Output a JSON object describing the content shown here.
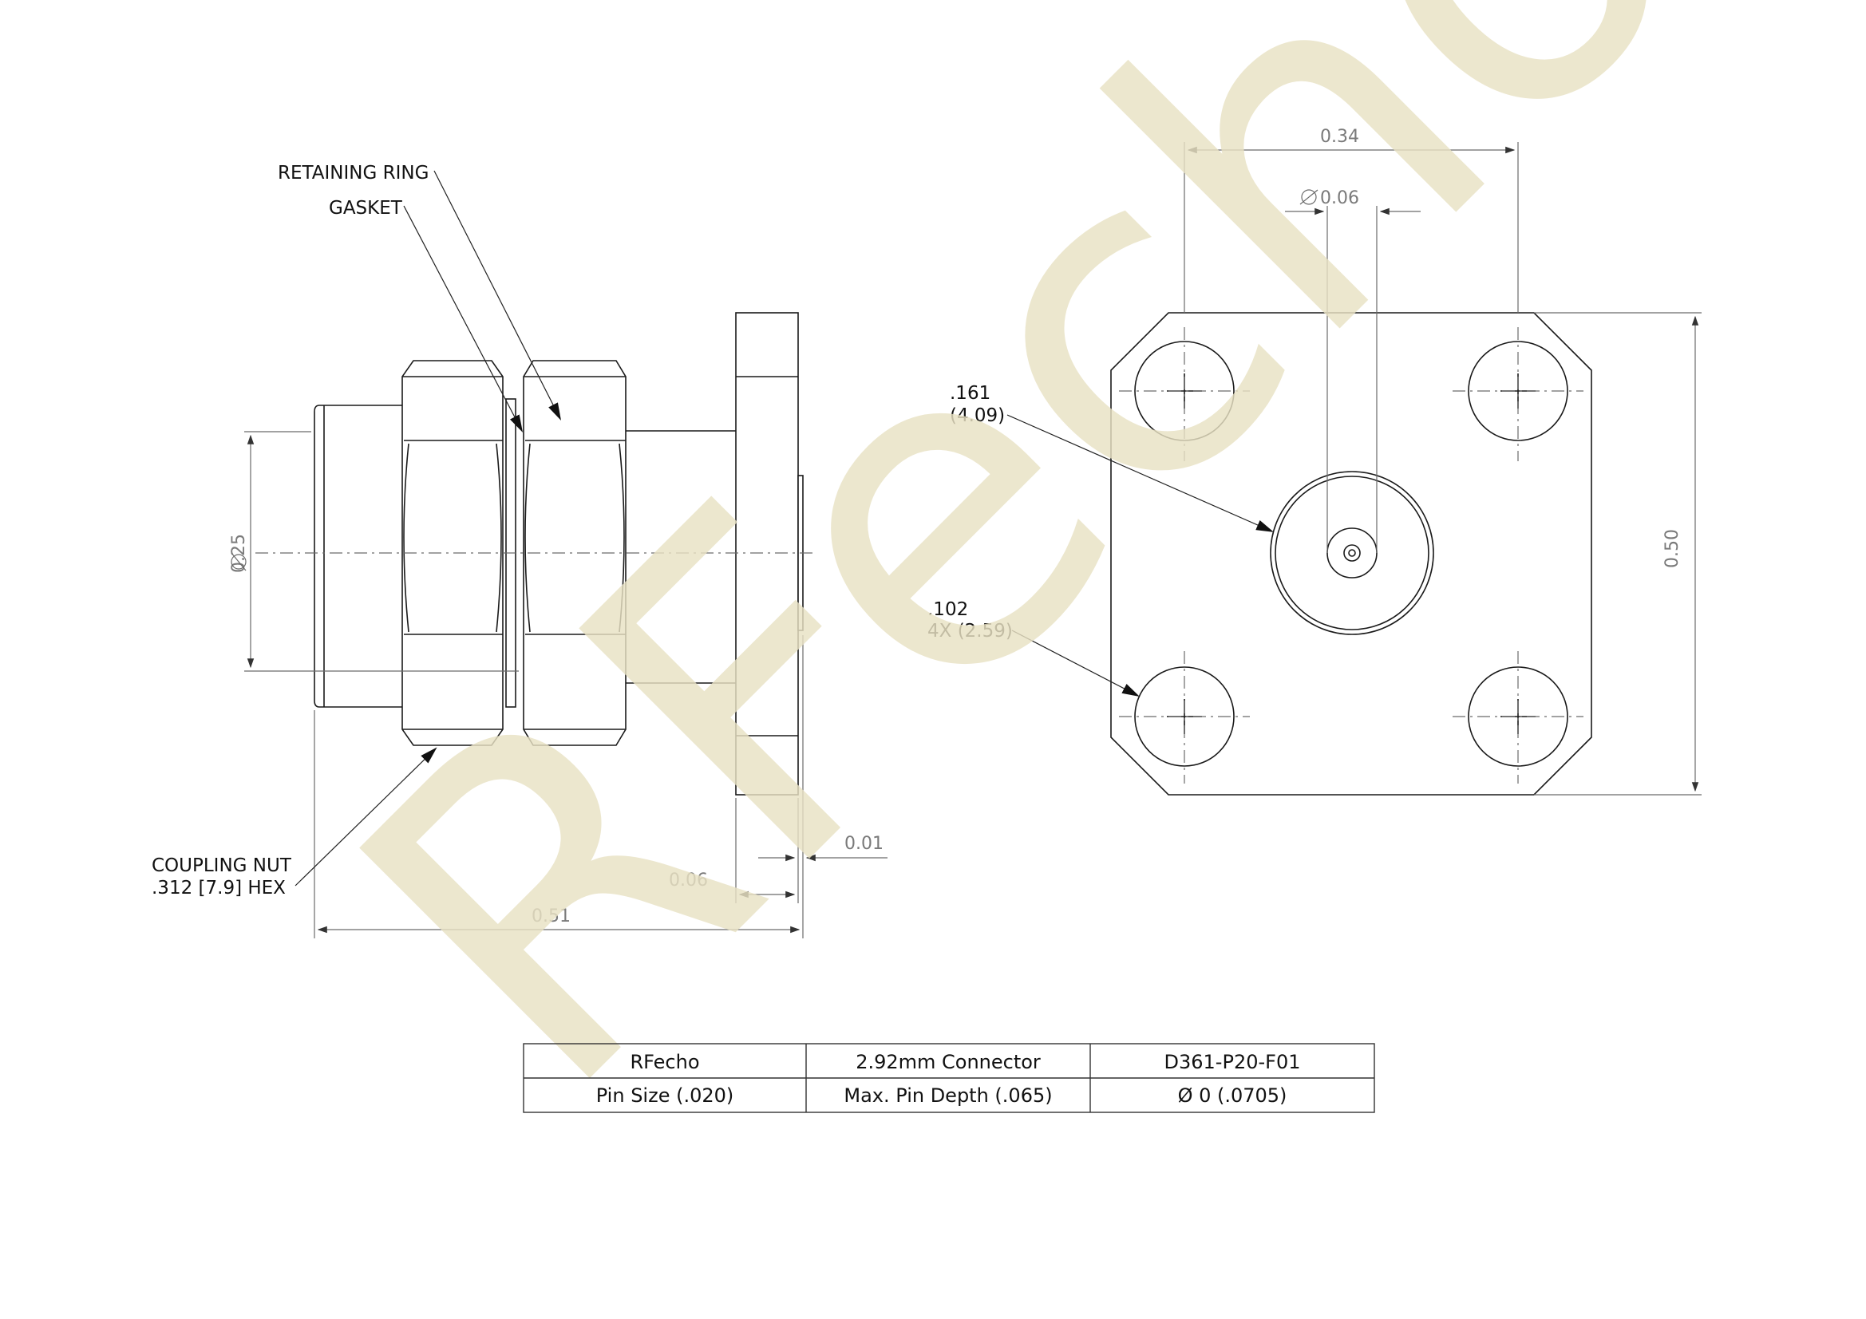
{
  "callouts": {
    "retaining_ring": "RETAINING RING",
    "gasket": "GASKET",
    "coupling_nut_line1": "COUPLING NUT",
    "coupling_nut_line2": ".312 [7.9] HEX",
    "hole_center_line1": ".161",
    "hole_center_line2": "(4.09)",
    "hole_corner_line1": ".102",
    "hole_corner_line2": "4X (2.59)"
  },
  "dimensions": {
    "diameter_025": "0.25",
    "len_051": "0.51",
    "len_006": "0.06",
    "len_001": "0.01",
    "width_034": "0.34",
    "diameter_006": "0.06",
    "height_050": "0.50"
  },
  "watermark": "RFecho",
  "title_block": {
    "rows": [
      [
        "RFecho",
        "2.92mm Connector",
        "D361-P20-F01"
      ],
      [
        "Pin Size (.020)",
        "Max. Pin Depth (.065)",
        "Ø 0 (.0705)"
      ]
    ]
  },
  "colors": {
    "line": "#1a1a1a",
    "dimension": "#7a7a7a",
    "watermark": "#e9e2c4"
  }
}
